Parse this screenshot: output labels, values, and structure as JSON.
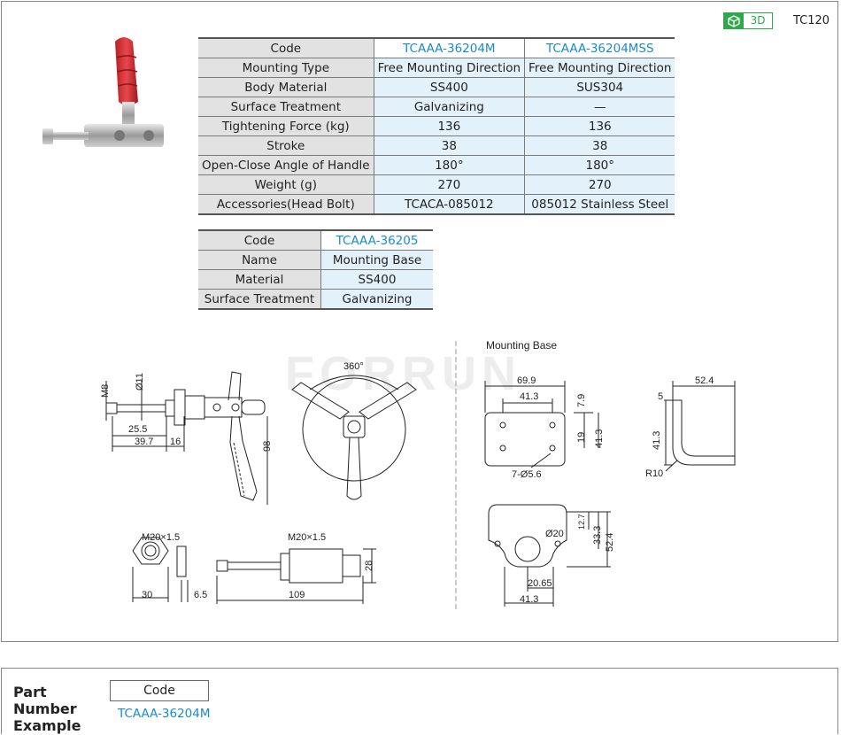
{
  "badge": {
    "icon": "cube-icon",
    "label": "3D",
    "series": "TC120"
  },
  "spec_table": {
    "header": {
      "label": "Code",
      "values": [
        "TCAAA-36204M",
        "TCAAA-36204MSS"
      ]
    },
    "rows": [
      {
        "label": "Mounting Type",
        "values": [
          "Free Mounting Direction",
          "Free Mounting Direction"
        ]
      },
      {
        "label": "Body Material",
        "values": [
          "SS400",
          "SUS304"
        ]
      },
      {
        "label": "Surface Treatment",
        "values": [
          "Galvanizing",
          "—"
        ]
      },
      {
        "label": "Tightening Force (kg)",
        "values": [
          "136",
          "136"
        ]
      },
      {
        "label": "Stroke",
        "values": [
          "38",
          "38"
        ]
      },
      {
        "label": "Open-Close  Angle of Handle",
        "values": [
          "180°",
          "180°"
        ]
      },
      {
        "label": "Weight (g)",
        "values": [
          "270",
          "270"
        ]
      },
      {
        "label": "Accessories(Head Bolt)",
        "values": [
          "TCACA-085012",
          "085012 Stainless Steel"
        ]
      }
    ]
  },
  "base_table": {
    "header": {
      "label": "Code",
      "value": "TCAAA-36205"
    },
    "rows": [
      {
        "label": "Name",
        "value": "Mounting Base"
      },
      {
        "label": "Material",
        "value": "SS400"
      },
      {
        "label": "Surface Treatment",
        "value": "Galvanizing"
      }
    ]
  },
  "drawing": {
    "watermark": "FORRUN",
    "mounting_base_title": "Mounting Base",
    "dims": {
      "m8": "M8",
      "d11": "Ø11",
      "d25_5": "25.5",
      "d39_7": "39.7",
      "d16": "16",
      "d98": "98",
      "deg360": "360°",
      "m20a": "M20×1.5",
      "d30": "30",
      "d6_5": "6.5",
      "m20b": "M20×1.5",
      "d28": "28",
      "d109": "109",
      "d69_9": "69.9",
      "d41_3a": "41.3",
      "d7_9": "7.9",
      "d19": "19",
      "d41_3b": "41.3",
      "holes": "7-Ø5.6",
      "d52_4a": "52.4",
      "d5": "5",
      "d41_3c": "41.3",
      "r10": "R10",
      "d12_7": "12.7",
      "d33_3": "33.3",
      "d52_4b": "52.4",
      "d20": "Ø20",
      "d20_65": "20.65",
      "d41_3d": "41.3"
    }
  },
  "part_number": {
    "label": "Part Number Example",
    "code_header": "Code",
    "example": "TCAAA-36204M"
  }
}
